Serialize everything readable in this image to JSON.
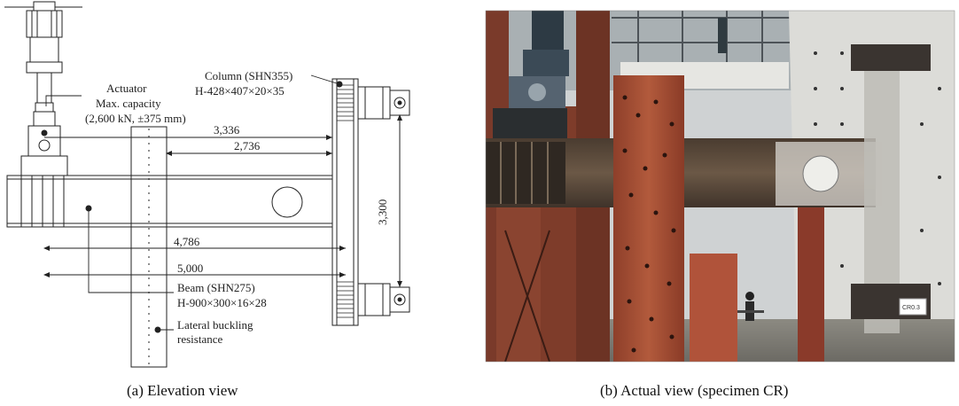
{
  "elevation": {
    "actuator_label": "Actuator",
    "actuator_capacity_label": "Max. capacity",
    "actuator_capacity_value": "(2,600 kN, ±375 mm)",
    "column_label": "Column (SHN355)",
    "column_section": "H-428×407×20×35",
    "beam_label": "Beam (SHN275)",
    "beam_section": "H-900×300×16×28",
    "lateral_label_1": "Lateral buckling",
    "lateral_label_2": "resistance",
    "dims": {
      "d3336": "3,336",
      "d2736": "2,736",
      "d4786": "4,786",
      "d5000": "5,000",
      "d3300": "3,300"
    },
    "caption": "(a) Elevation view"
  },
  "photo": {
    "specimen_tag": "CR0.3",
    "caption": "(b) Actual view (specimen CR)"
  }
}
